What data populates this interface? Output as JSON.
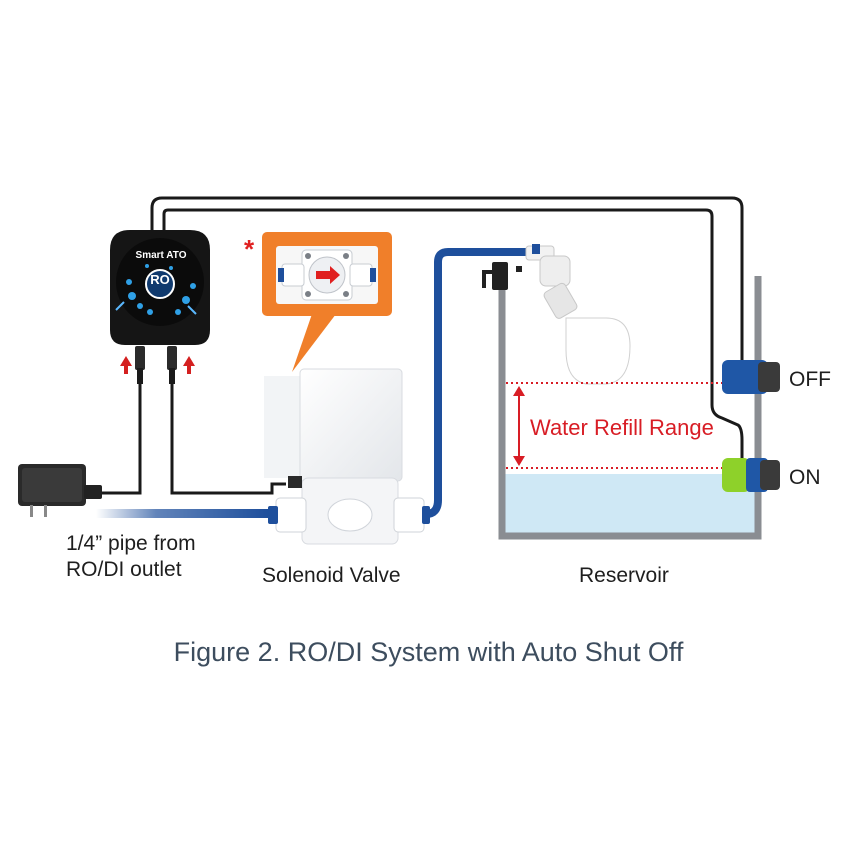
{
  "figure": {
    "caption": "Figure 2. RO/DI System with Auto Shut Off"
  },
  "labels": {
    "pipe_line1": "1/4” pipe from",
    "pipe_line2": "RO/DI outlet",
    "solenoid_valve": "Solenoid Valve",
    "reservoir": "Reservoir",
    "off": "OFF",
    "on": "ON",
    "water_refill_range": "Water Refill Range"
  },
  "controller": {
    "title": "Smart ATO",
    "badge": "RO"
  },
  "callout": {
    "marker": "*"
  },
  "colors": {
    "pipe_blue": "#1e4f9c",
    "callout_orange": "#f07f2a",
    "range_red": "#d81d25",
    "water": "#cfe8f5",
    "float_on_green": "#8ed12a",
    "sensor_blue": "#1f57a6",
    "caption_text": "#3d4d5e"
  },
  "icons": [
    "power-adapter-icon",
    "arrow-up-icon",
    "float-valve-icon",
    "solenoid-valve-icon",
    "float-sensor-icon"
  ]
}
